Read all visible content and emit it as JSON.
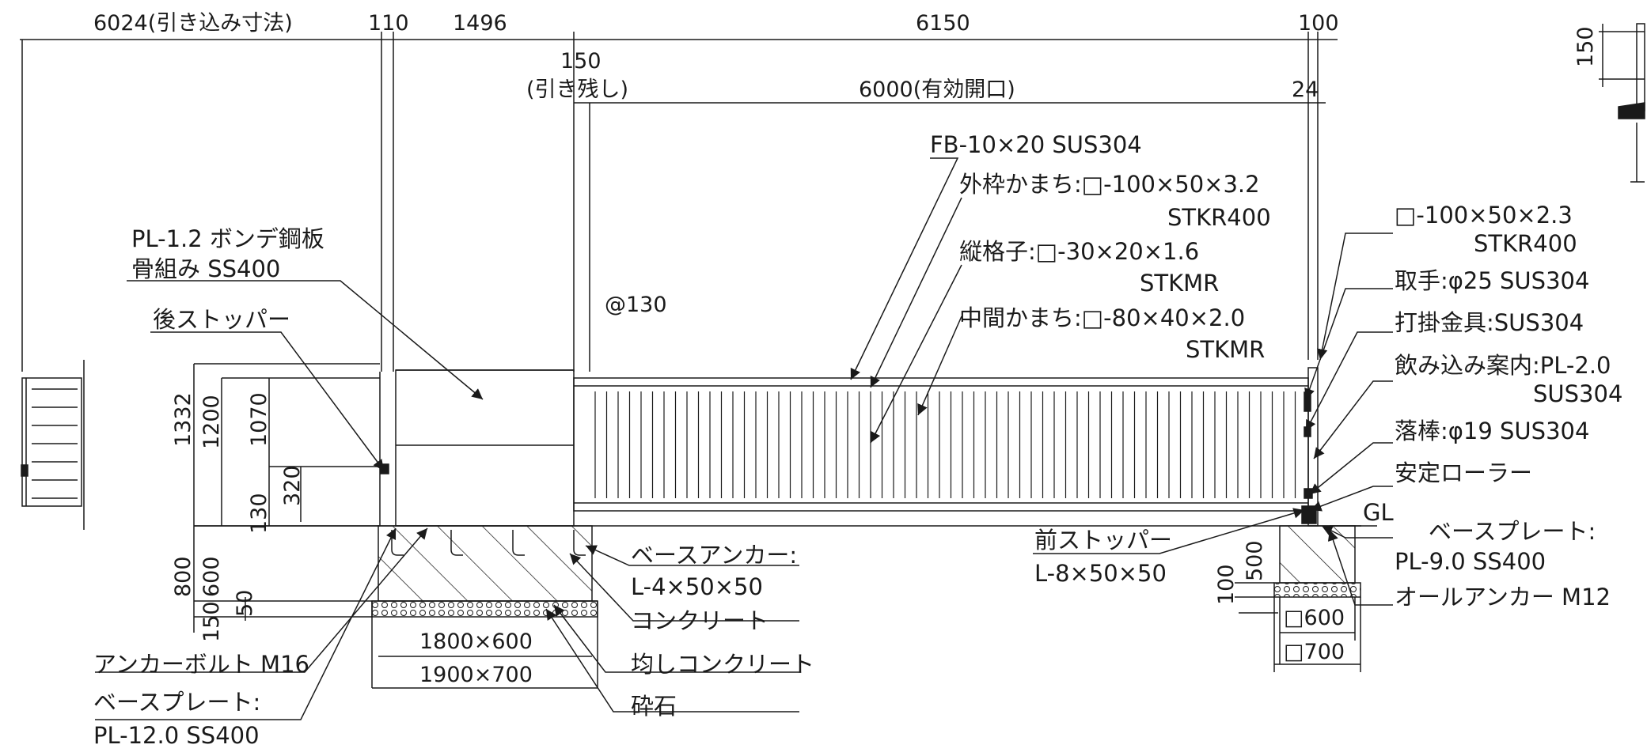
{
  "dimensions": {
    "pull_in": "6024(引き込み寸法)",
    "d110": "110",
    "d1496": "1496",
    "d6150": "6150",
    "d100_top": "100",
    "d150": "150",
    "leftover": "(引き残し)",
    "opening": "6000(有効開口)",
    "d24": "24",
    "pitch": "@130",
    "h1332": "1332",
    "h1200": "1200",
    "h1070": "1070",
    "h320": "320",
    "h130": "130",
    "h800": "800",
    "h600": "600",
    "h50": "50",
    "h150": "150",
    "foot_1800": "1800×600",
    "foot_1900": "1900×700",
    "h500": "500",
    "h100": "100",
    "sq600": "□600",
    "sq700": "□700",
    "right_150": "150"
  },
  "labels": {
    "fb": "FB-10×20 SUS304",
    "outer_frame": "外枠かまち:□-100×50×3.2",
    "outer_frame_mat": "STKR400",
    "vertical_lattice": "縦格子:□-30×20×1.6",
    "vertical_lattice_mat": "STKMR",
    "middle_frame": "中間かまち:□-80×40×2.0",
    "middle_frame_mat": "STKMR",
    "pl12": "PL-1.2 ボンデ鋼板",
    "skeleton": "骨組み SS400",
    "rear_stopper": "後ストッパー",
    "post": "□-100×50×2.3",
    "post_mat": "STKR400",
    "handle": "取手:φ25 SUS304",
    "latch": "打掛金具:SUS304",
    "guide": "飲み込み案内:PL-2.0",
    "guide_mat": "SUS304",
    "drop_rod": "落棒:φ19 SUS304",
    "roller": "安定ローラー",
    "gl": "GL",
    "base_plate_r": "ベースプレート:",
    "base_plate_r_spec": "PL-9.0 SS400",
    "all_anchor": "オールアンカー M12",
    "front_stopper": "前ストッパー",
    "front_stopper_spec": "L-8×50×50",
    "base_anchor": "ベースアンカー:",
    "base_anchor_spec": "L-4×50×50",
    "concrete": "コンクリート",
    "leveling": "均しコンクリート",
    "gravel": "砕石",
    "anchor_bolt": "アンカーボルト M16",
    "base_plate_l": "ベースプレート:",
    "base_plate_l_spec": "PL-12.0 SS400"
  },
  "colors": {
    "line": "#1a1a1a",
    "paper": "#ffffff"
  }
}
